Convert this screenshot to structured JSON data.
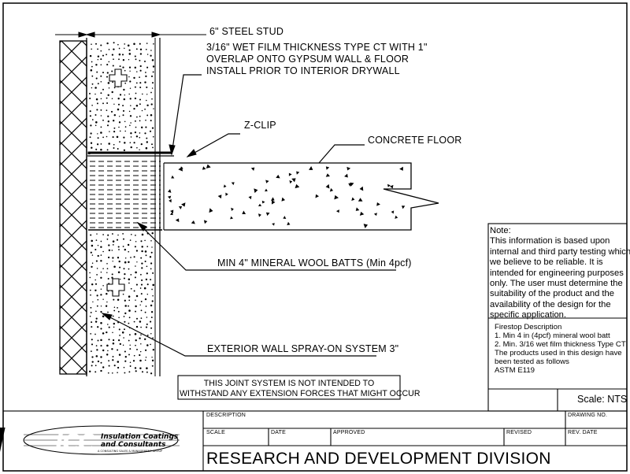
{
  "callouts": {
    "steel_stud": "6\" STEEL STUD",
    "wet_film": [
      "3/16\" WET FILM THICKNESS TYPE CT WITH 1\"",
      "OVERLAP ONTO GYPSUM WALL & FLOOR",
      "INSTALL PRIOR TO INTERIOR DRYWALL"
    ],
    "z_clip": "Z-CLIP",
    "concrete_floor": "CONCRETE FLOOR",
    "mineral_wool": "MIN 4\" MINERAL WOOL BATTS (Min 4pcf)",
    "spray_on": "EXTERIOR WALL SPRAY-ON SYSTEM 3\""
  },
  "warning": [
    "THIS JOINT SYSTEM IS NOT INTENDED TO",
    "WITHSTAND ANY EXTENSION FORCES THAT MIGHT OCCUR"
  ],
  "note": {
    "heading": "Note:",
    "lines": [
      "This information is based upon",
      "internal and third party testing which",
      "we believe to be reliable. It is",
      "intended for engineering purposes",
      "only. The user must determine the",
      "suitability of the product and the",
      "availability of the design for the",
      "specific application."
    ]
  },
  "firestop": {
    "heading": "Firestop Description",
    "lines": [
      "1. Min 4 in (4pcf) mineral wool batt",
      "2. Min. 3/16 wet film thickness Type CT",
      "The products used in this design have",
      "been tested as follows",
      "ASTM E119"
    ]
  },
  "scale_text": "Scale: NTS",
  "title_block": {
    "description": "DESCRIPTION",
    "drawing_no": "DRAWING NO.",
    "scale": "SCALE",
    "date": "DATE",
    "approved": "APPROVED",
    "revised": "REVISED",
    "rev_date": "REV. DATE",
    "division": "RESEARCH AND DEVELOPMENT DIVISION"
  },
  "logo": {
    "initials": "ICC",
    "name_line1": "Insulation Coatings",
    "name_line2": "and Consultants",
    "tagline": "A CONSULTING SALES & MANAGEMENT GROUP"
  }
}
